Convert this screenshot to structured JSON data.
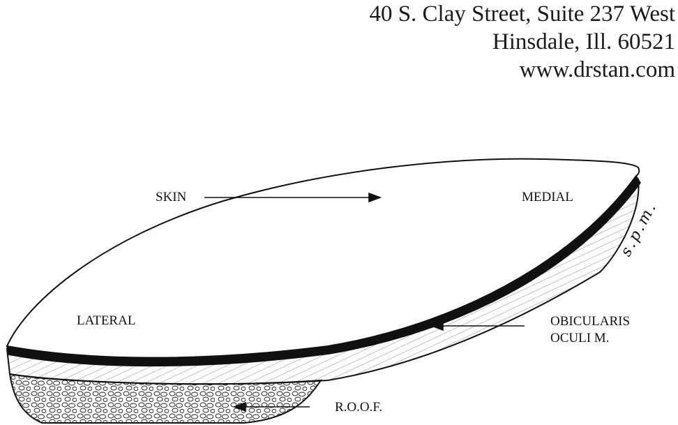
{
  "address": {
    "line1": "40 S. Clay Street, Suite 237 West",
    "line2": "Hinsdale, Ill. 60521",
    "line3": "www.drstan.com"
  },
  "labels": {
    "skin": "SKIN",
    "medial": "MEDIAL",
    "lateral": "LATERAL",
    "obicularis_line1": "OBICULARIS",
    "obicularis_line2": "OCULI M.",
    "roof": "R.O.O.F."
  },
  "signature": "s.p.m."
}
